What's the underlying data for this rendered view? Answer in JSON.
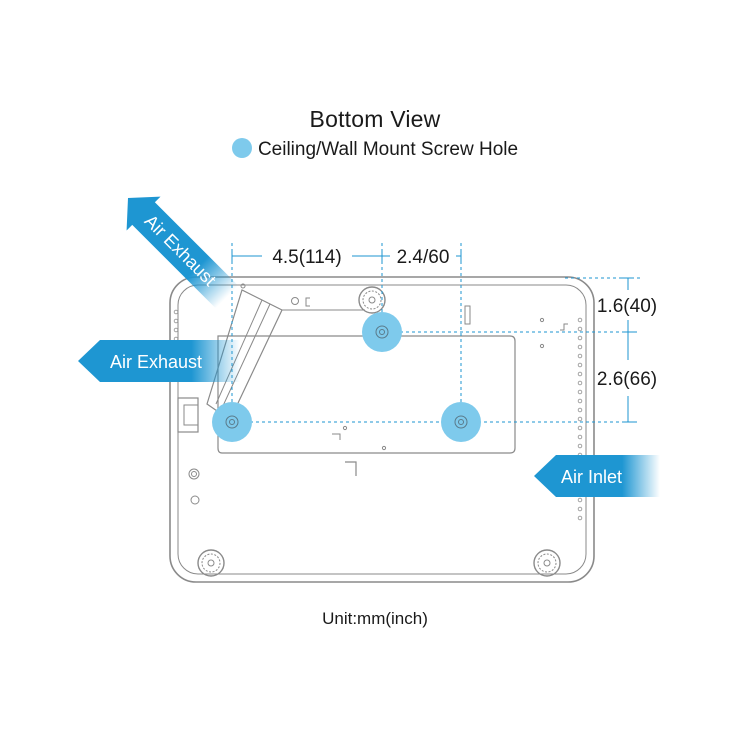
{
  "title": "Bottom View",
  "legend": {
    "label": "Ceiling/Wall Mount Screw Hole",
    "icon": "screw-hole-dot"
  },
  "dimensions": {
    "horizontal_1": "4.5(114)",
    "horizontal_2": "2.4/60",
    "vertical_1": "1.6(40)",
    "vertical_2": "2.6(66)"
  },
  "airflow": {
    "exhaust_diagonal": "Air Exhaust",
    "exhaust_left": "Air Exhaust",
    "inlet_right": "Air Inlet"
  },
  "unit": "Unit:mm(inch)",
  "colors": {
    "screw_hole": "#7ecaec",
    "arrow": "#1e96d2",
    "dimension_line": "#1e96d2",
    "outline": "#8a8a8a"
  }
}
